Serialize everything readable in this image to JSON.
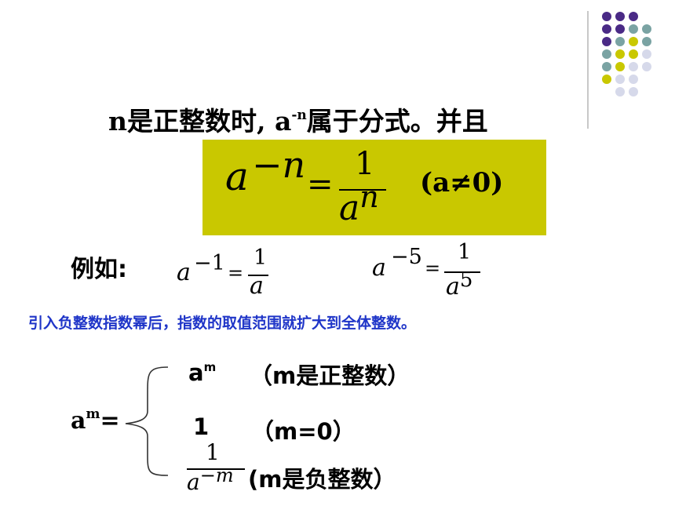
{
  "colors": {
    "formula_box": "#c9c800",
    "note_text": "#1f35c8",
    "dot_purple": "#4a2a86",
    "dot_teal": "#7aa3a3",
    "dot_olive": "#c9c800",
    "dot_lavender": "#d6d9ea"
  },
  "heading": {
    "n": "n",
    "text1": "是正整数时, a",
    "sup": "-n",
    "text2": "属于分式。并且"
  },
  "formula": {
    "base": "a",
    "exponent": "−n",
    "equals": "=",
    "numerator": "1",
    "denominator_base": "a",
    "denominator_exp": "n",
    "condition": "(a≠0)"
  },
  "examples": {
    "label": "例如:",
    "ex1": {
      "base": "a",
      "exp": "−1",
      "eq": "=",
      "num": "1",
      "den": "a"
    },
    "ex2": {
      "base": "a",
      "exp": "−5",
      "eq": "=",
      "num": "1",
      "den_base": "a",
      "den_exp": "5"
    }
  },
  "note": "引入负整数指数幂后，指数的取值范围就扩大到全体整数。",
  "piecewise": {
    "lhs_base": "a",
    "lhs_exp": "m",
    "lhs_eq": "=",
    "case1_base": "a",
    "case1_exp": "m",
    "case1_cond": "（m是正整数）",
    "case2_value": "1",
    "case2_cond": "（m=0）",
    "case3_num": "1",
    "case3_den_base": "a",
    "case3_den_exp": "−m",
    "case3_cond": "(m是负整数）"
  }
}
